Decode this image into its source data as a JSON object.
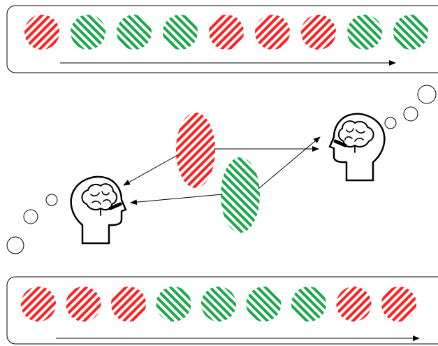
{
  "colors": {
    "red": "#ff1f1f",
    "green": "#1aa84a",
    "stroke": "#000000",
    "background": "#ffffff"
  },
  "top_sequence": [
    "red",
    "green",
    "green",
    "green",
    "red",
    "red",
    "red",
    "green",
    "green"
  ],
  "bottom_sequence": [
    "red",
    "red",
    "red",
    "green",
    "green",
    "green",
    "green",
    "red",
    "red"
  ],
  "middle": {
    "ellipses": [
      "red",
      "green"
    ],
    "icons": [
      "brain-head-icon-left",
      "brain-head-icon-right"
    ]
  }
}
